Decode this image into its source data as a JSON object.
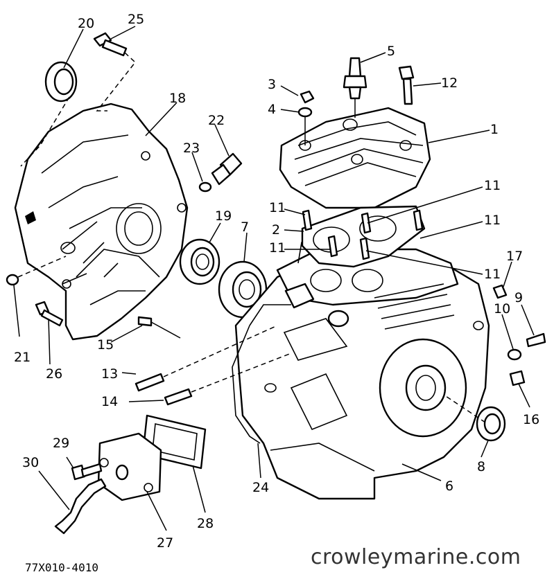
{
  "diagram": {
    "callouts": [
      "1",
      "2",
      "3",
      "4",
      "5",
      "6",
      "7",
      "8",
      "9",
      "10",
      "11",
      "11",
      "11",
      "11",
      "11",
      "12",
      "13",
      "14",
      "15",
      "16",
      "17",
      "18",
      "19",
      "20",
      "21",
      "22",
      "23",
      "24",
      "25",
      "26",
      "27",
      "28",
      "29",
      "30"
    ]
  },
  "footer": {
    "drawing_code": "77X010-4010",
    "watermark": "crowleymarine.com"
  }
}
